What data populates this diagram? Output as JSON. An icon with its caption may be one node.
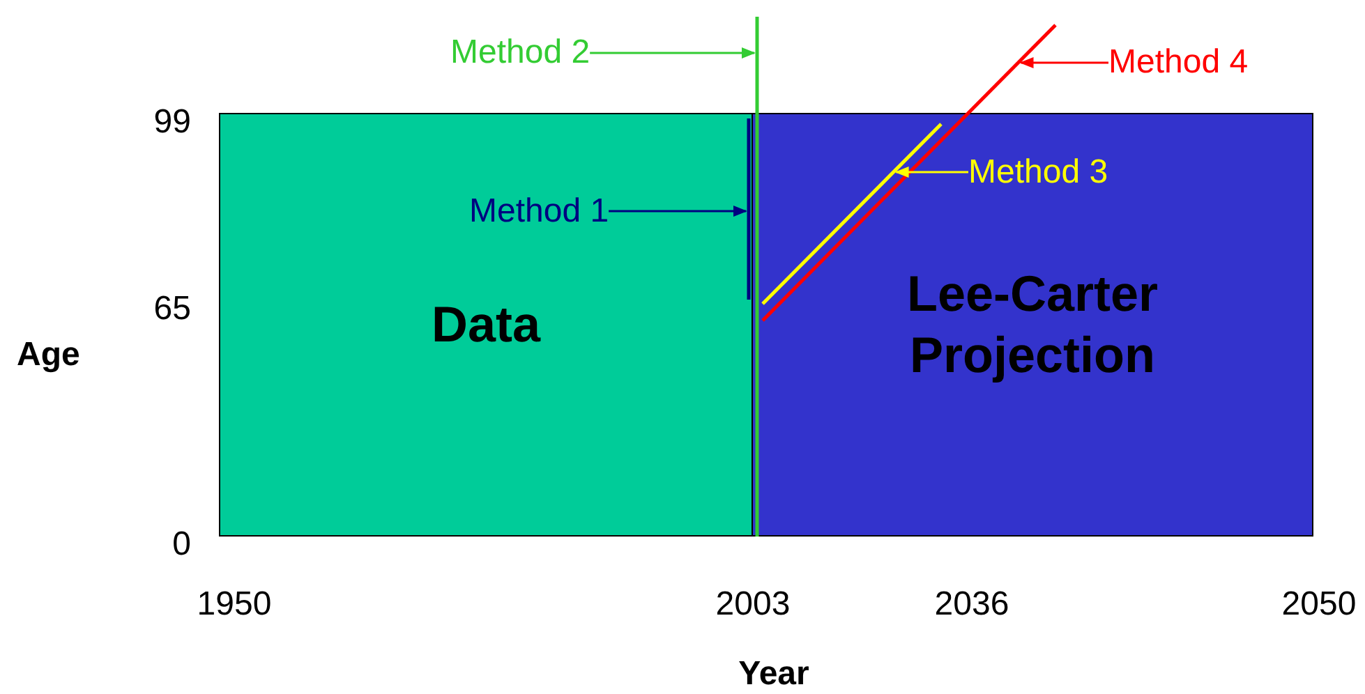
{
  "diagram": {
    "nodes": [
      {
        "text": [
          "Data"
        ]
      },
      {
        "text": [
          "Lee-Carter Projection"
        ]
      },
      {
        "text": [
          "Method 2"
        ]
      },
      {
        "text": [],
        "shape": "line"
      },
      {
        "text": [
          "Method 4"
        ]
      },
      {
        "text": [],
        "shape": "line"
      },
      {
        "text": [
          "Method 3"
        ],
        "in": 1
      },
      {
        "text": [],
        "shape": "line"
      },
      {
        "text": [
          "Method 1"
        ],
        "in": 0
      },
      {
        "text": [],
        "shape": "line",
        "in": 0
      }
    ],
    "edges": [
      {
        "from": 2,
        "to": 3,
        "arrow": "to",
        "color": "#33cc33"
      },
      {
        "from": 4,
        "to": 5,
        "arrow": "to",
        "color": "#ff0000"
      },
      {
        "from": 6,
        "to": 7,
        "arrow": "to",
        "color": "#ffff00"
      },
      {
        "from": 8,
        "to": 9,
        "arrow": "to",
        "color": "#000080"
      }
    ],
    "labels": [
      "99",
      "65",
      "Age",
      "0",
      "1950",
      "2003",
      "2036",
      "2050",
      "Year"
    ]
  }
}
